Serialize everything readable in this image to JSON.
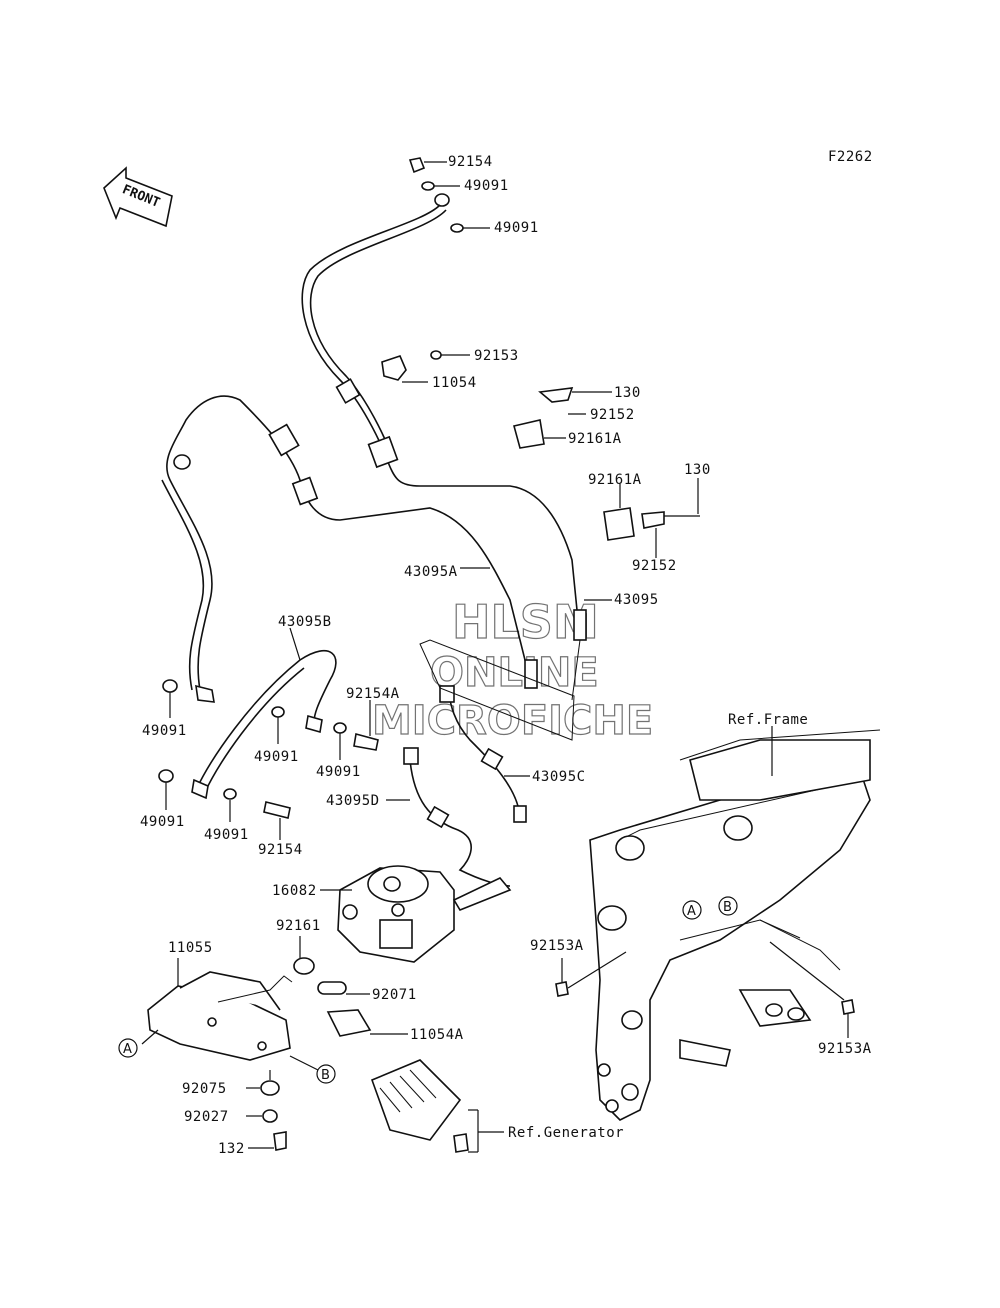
{
  "figure_code": "F2262",
  "front_arrow": "FRONT",
  "watermark": [
    "HLSM",
    "ONLINE",
    "MICROFICHE"
  ],
  "labels": {
    "p92154_top": "92154",
    "p49091_a": "49091",
    "p49091_b": "49091",
    "p92153": "92153",
    "p11054": "11054",
    "p130_a": "130",
    "p92152_a": "92152",
    "p92161A_a": "92161A",
    "p92161A_b": "92161A",
    "p130_b": "130",
    "p92152_b": "92152",
    "p43095A": "43095A",
    "p43095": "43095",
    "p43095B": "43095B",
    "p92154A": "92154A",
    "p49091_c": "49091",
    "p49091_d": "49091",
    "p49091_e": "49091",
    "p49091_f": "49091",
    "p49091_g": "49091",
    "p92154_b": "92154",
    "p43095C": "43095C",
    "p43095D": "43095D",
    "p16082": "16082",
    "p92161": "92161",
    "p11055": "11055",
    "p92071": "92071",
    "p11054A": "11054A",
    "p92075": "92075",
    "p92027": "92027",
    "p132": "132",
    "ref_frame": "Ref.Frame",
    "ref_generator": "Ref.Generator",
    "p92153A_a": "92153A",
    "p92153A_b": "92153A"
  },
  "callouts": {
    "a": "A",
    "b": "B"
  }
}
